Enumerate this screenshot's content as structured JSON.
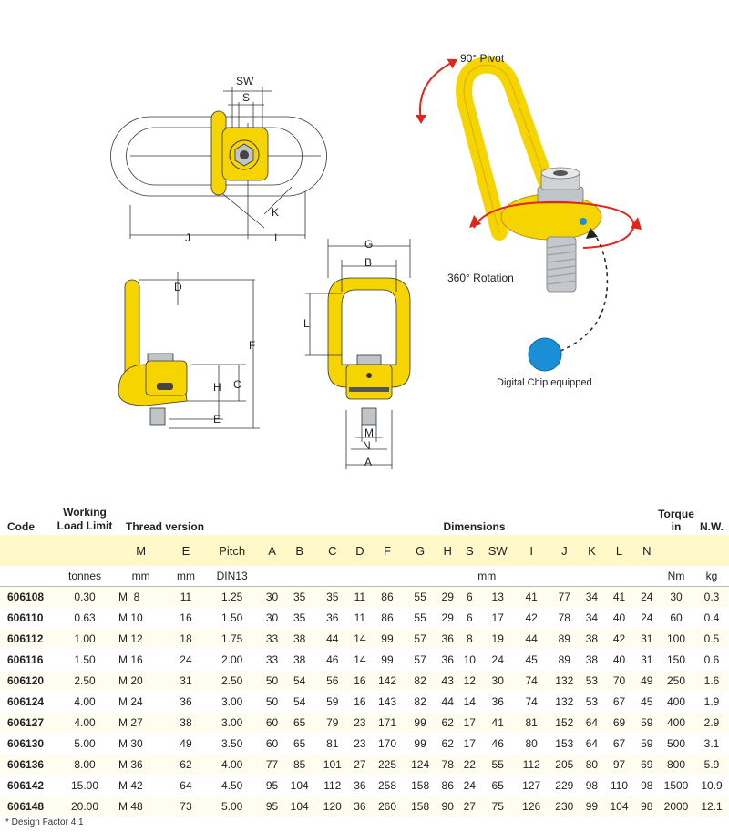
{
  "diagram": {
    "labels": {
      "sw": "SW",
      "s": "S",
      "k": "K",
      "j": "J",
      "i": "I",
      "d": "D",
      "f": "F",
      "h": "H",
      "c": "C",
      "e": "E",
      "g": "G",
      "b": "B",
      "l": "L",
      "m": "M",
      "n": "N",
      "a": "A"
    },
    "callouts": {
      "pivot": "90° Pivot",
      "rotation": "360° Rotation",
      "chip": "Digital Chip equipped"
    },
    "colors": {
      "yellow": "#f5d400",
      "red": "#e0261b",
      "chip": "#1a8fd6",
      "steel": "#bfc4c8"
    }
  },
  "table": {
    "headers": {
      "code": "Code",
      "wll": "Working Load Limit",
      "thread": "Thread version",
      "dimensions": "Dimensions",
      "torque": "Torque in",
      "nw": "N.W."
    },
    "subheaders": [
      "M",
      "E",
      "Pitch",
      "A",
      "B",
      "C",
      "D",
      "F",
      "G",
      "H",
      "S",
      "SW",
      "I",
      "J",
      "K",
      "L",
      "N"
    ],
    "units": {
      "wll": "tonnes",
      "m": "mm",
      "e": "mm",
      "pitch": "DIN13",
      "dims": "mm",
      "torque": "Nm",
      "nw": "kg"
    },
    "rows": [
      [
        "606108",
        "0.30",
        "M  8",
        "11",
        "1.25",
        "30",
        "35",
        "35",
        "11",
        "86",
        "55",
        "29",
        "6",
        "13",
        "41",
        "77",
        "34",
        "41",
        "24",
        "30",
        "0.3"
      ],
      [
        "606110",
        "0.63",
        "M 10",
        "16",
        "1.50",
        "30",
        "35",
        "36",
        "11",
        "86",
        "55",
        "29",
        "6",
        "17",
        "42",
        "78",
        "34",
        "40",
        "24",
        "60",
        "0.4"
      ],
      [
        "606112",
        "1.00",
        "M 12",
        "18",
        "1.75",
        "33",
        "38",
        "44",
        "14",
        "99",
        "57",
        "36",
        "8",
        "19",
        "44",
        "89",
        "38",
        "42",
        "31",
        "100",
        "0.5"
      ],
      [
        "606116",
        "1.50",
        "M 16",
        "24",
        "2.00",
        "33",
        "38",
        "46",
        "14",
        "99",
        "57",
        "36",
        "10",
        "24",
        "45",
        "89",
        "38",
        "40",
        "31",
        "150",
        "0.6"
      ],
      [
        "606120",
        "2.50",
        "M 20",
        "31",
        "2.50",
        "50",
        "54",
        "56",
        "16",
        "142",
        "82",
        "43",
        "12",
        "30",
        "74",
        "132",
        "53",
        "70",
        "49",
        "250",
        "1.6"
      ],
      [
        "606124",
        "4.00",
        "M 24",
        "36",
        "3.00",
        "50",
        "54",
        "59",
        "16",
        "143",
        "82",
        "44",
        "14",
        "36",
        "74",
        "132",
        "53",
        "67",
        "45",
        "400",
        "1.9"
      ],
      [
        "606127",
        "4.00",
        "M 27",
        "38",
        "3.00",
        "60",
        "65",
        "79",
        "23",
        "171",
        "99",
        "62",
        "17",
        "41",
        "81",
        "152",
        "64",
        "69",
        "59",
        "400",
        "2.9"
      ],
      [
        "606130",
        "5.00",
        "M 30",
        "49",
        "3.50",
        "60",
        "65",
        "81",
        "23",
        "170",
        "99",
        "62",
        "17",
        "46",
        "80",
        "153",
        "64",
        "67",
        "59",
        "500",
        "3.1"
      ],
      [
        "606136",
        "8.00",
        "M 36",
        "62",
        "4.00",
        "77",
        "85",
        "101",
        "27",
        "225",
        "124",
        "78",
        "22",
        "55",
        "112",
        "205",
        "80",
        "97",
        "69",
        "800",
        "5.9"
      ],
      [
        "606142",
        "15.00",
        "M 42",
        "64",
        "4.50",
        "95",
        "104",
        "112",
        "36",
        "258",
        "158",
        "86",
        "24",
        "65",
        "127",
        "229",
        "98",
        "110",
        "98",
        "1500",
        "10.9"
      ],
      [
        "606148",
        "20.00",
        "M 48",
        "73",
        "5.00",
        "95",
        "104",
        "120",
        "36",
        "260",
        "158",
        "90",
        "27",
        "75",
        "126",
        "230",
        "99",
        "104",
        "98",
        "2000",
        "12.1"
      ]
    ],
    "footnote": "*   Design Factor 4:1"
  }
}
